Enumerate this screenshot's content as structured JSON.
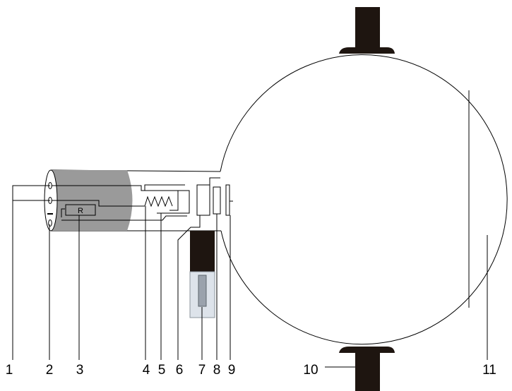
{
  "labels": {
    "l1": "1",
    "l2": "2",
    "l3": "3",
    "l4": "4",
    "l5": "5",
    "l6": "6",
    "l7": "7",
    "l8": "8",
    "l9": "9",
    "l10": "10",
    "l11": "11"
  },
  "resistor_text": "R",
  "colors": {
    "socket_gray": "#9a9a9a",
    "holder_dark": "#1e1510",
    "rod_fill": "#dde3ea",
    "rod_core": "#9aa2ac"
  }
}
